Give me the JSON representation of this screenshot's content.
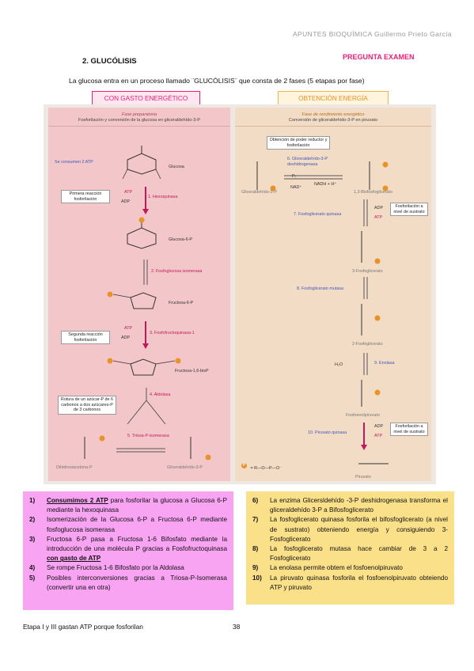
{
  "header": {
    "running_head": "APUNTES BIOQUÍMICA Guillermo Prieto García"
  },
  "section": {
    "title": "2.   GLUCÓLISIS",
    "exam_tag": "PREGUNTA EXAMEN"
  },
  "intro": "La glucosa entra en un proceso llamado ¨GLUCÓLISIS¨ que consta de 2 fases (5 etapas por fase)",
  "phases": {
    "left_label": "CON GASTO ENERGÉTICO",
    "right_label": "OBTENCIÓN ENERGÍA"
  },
  "diagram": {
    "left": {
      "head_title": "Fase preparatoria",
      "head_sub": "Fosforilación y conversión de la glucosa en gliceraldehído-3-P",
      "consumed": "Se consumen 2 ATP",
      "box1": "Primera reacción fosforilación",
      "box2": "Segunda reacción fosforilación",
      "box3": "Rotura de un azúcar-P de 6 carbonos a dos azúcares-P de 3 carbonos",
      "atp": "ATP",
      "adp": "ADP",
      "p": "P",
      "enzymes": [
        "1. Hexoquinasa",
        "2. Fosfoglucosa isomerasa",
        "3. Fosfofructoquinasa-1",
        "4. Aldolasa",
        "5. Triosa-P-isomerasa"
      ],
      "compounds": [
        "Glucosa",
        "Glucosa-6-P",
        "Fructosa-6-P",
        "Fructosa-1,6-bisP",
        "Dihidroxiacetona-P",
        "Gliceraldehído-3-P"
      ]
    },
    "right": {
      "head_title": "Fase de rendimiento energético",
      "head_sub": "Conversión de gliceraldehído-3-P en piruvato",
      "box1": "Obtención de poder reductor y fosforilación",
      "box2": "Fosforilación a nivel de sustrato",
      "box3": "Fosforilación a nivel de sustrato",
      "nad": "NAD⁺",
      "nadh": "NADH + H⁺",
      "pi": "Pᵢ",
      "h2o": "H₂O",
      "legend": "= R—O—P—O⁻",
      "enzymes": [
        "6. Gliceraldehído-3-P deshidrogenasa",
        "7. Fosfoglicerato quinasa",
        "8. Fosfoglicerato mutasa",
        "9. Enolasa",
        "10. Piruvato quinasa"
      ],
      "compounds": [
        "Gliceraldehído-3-P",
        "1,3-Bisfosfoglicerato",
        "3-Fosfoglicerato",
        "2-Fosfoglicerato",
        "Fosfoenolpiruvato",
        "Piruvato"
      ]
    }
  },
  "notes_left": [
    {
      "num": "1)",
      "pre": "",
      "em": "Consumimos 2 ATP",
      "post": " para fosforilar la glucosa a Glucosa 6-P mediante la hexoquinasa"
    },
    {
      "num": "2)",
      "pre": "Isomerización de la Glucosa 6-P a Fructosa 6-P mediante fosfoglucosa isomerasa",
      "em": "",
      "post": ""
    },
    {
      "num": "3)",
      "pre": "Fructosa 6-P pasa a Fructosa 1-6 Bifosfato mediante la introducción de una molécula P gracias a Fosfofructoquinasa ",
      "em": "con gasto de ATP",
      "post": ""
    },
    {
      "num": "4)",
      "pre": "Se rompe Fructosa 1-6 Bifosfato por la Aldolasa",
      "em": "",
      "post": ""
    },
    {
      "num": "5)",
      "pre": "Posibles interconversiones gracias a Triosa-P-Isomerasa (convertir una en otra)",
      "em": "",
      "post": ""
    }
  ],
  "notes_right": [
    {
      "num": "6)",
      "text": "La enzima Glicersldehído -3-P deshidrogenasa transforma el gliceraldehído 3-P a Bifosfoglicerato"
    },
    {
      "num": "7)",
      "text": "La fosfoglicerato quinasa fosforila el bifosfoglicerato (a nivel de sustrato) obteniendo energía y consiguiendo 3- Fosfoglicerato"
    },
    {
      "num": "8)",
      "text": "La fosfoglicerato mutasa hace cambiar de 3 a 2 Fosfoglicerato"
    },
    {
      "num": "9)",
      "text": "La enolasa permite obtem el fosfoenolpiruvato"
    },
    {
      "num": "10)",
      "text": "La piruvato quinasa fosforila el fosfoenolpiruvato obteiendo ATP y piruvato"
    }
  ],
  "footer": {
    "text": "Etapa I y III gastan ATP porque fosforilan",
    "page": "38"
  }
}
